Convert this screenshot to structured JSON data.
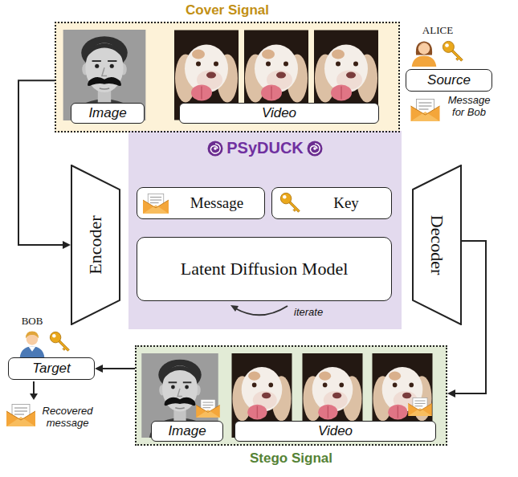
{
  "diagram": {
    "nodes": [
      {
        "text": [
          "Cover Signal"
        ]
      },
      {
        "text": [
          "Image"
        ],
        "in": 0
      },
      {
        "text": [
          "Video"
        ],
        "in": 0
      },
      {
        "text": [
          "Source"
        ]
      },
      {
        "text": [
          "Encoder"
        ]
      },
      {
        "text": [
          "PSyDUCK"
        ]
      },
      {
        "text": [
          "Message"
        ],
        "in": 5
      },
      {
        "text": [
          "Key"
        ],
        "in": 5
      },
      {
        "text": [
          "Latent Diffusion Model"
        ],
        "in": 5
      },
      {
        "text": [
          "Decoder"
        ]
      },
      {
        "text": [
          "Target"
        ]
      },
      {
        "text": [
          "Stego Signal"
        ]
      },
      {
        "text": [
          "Image"
        ],
        "in": 11
      },
      {
        "text": [
          "Video"
        ],
        "in": 11
      }
    ],
    "edges": [
      {
        "from": 0,
        "to": 4,
        "arrow": "to"
      },
      {
        "from": 9,
        "to": 11,
        "arrow": "to"
      },
      {
        "from": 11,
        "to": 10,
        "arrow": "to"
      }
    ],
    "labels": [
      "ALICE",
      "Message for Bob",
      "iterate",
      "BOB",
      "Recovered message"
    ]
  }
}
